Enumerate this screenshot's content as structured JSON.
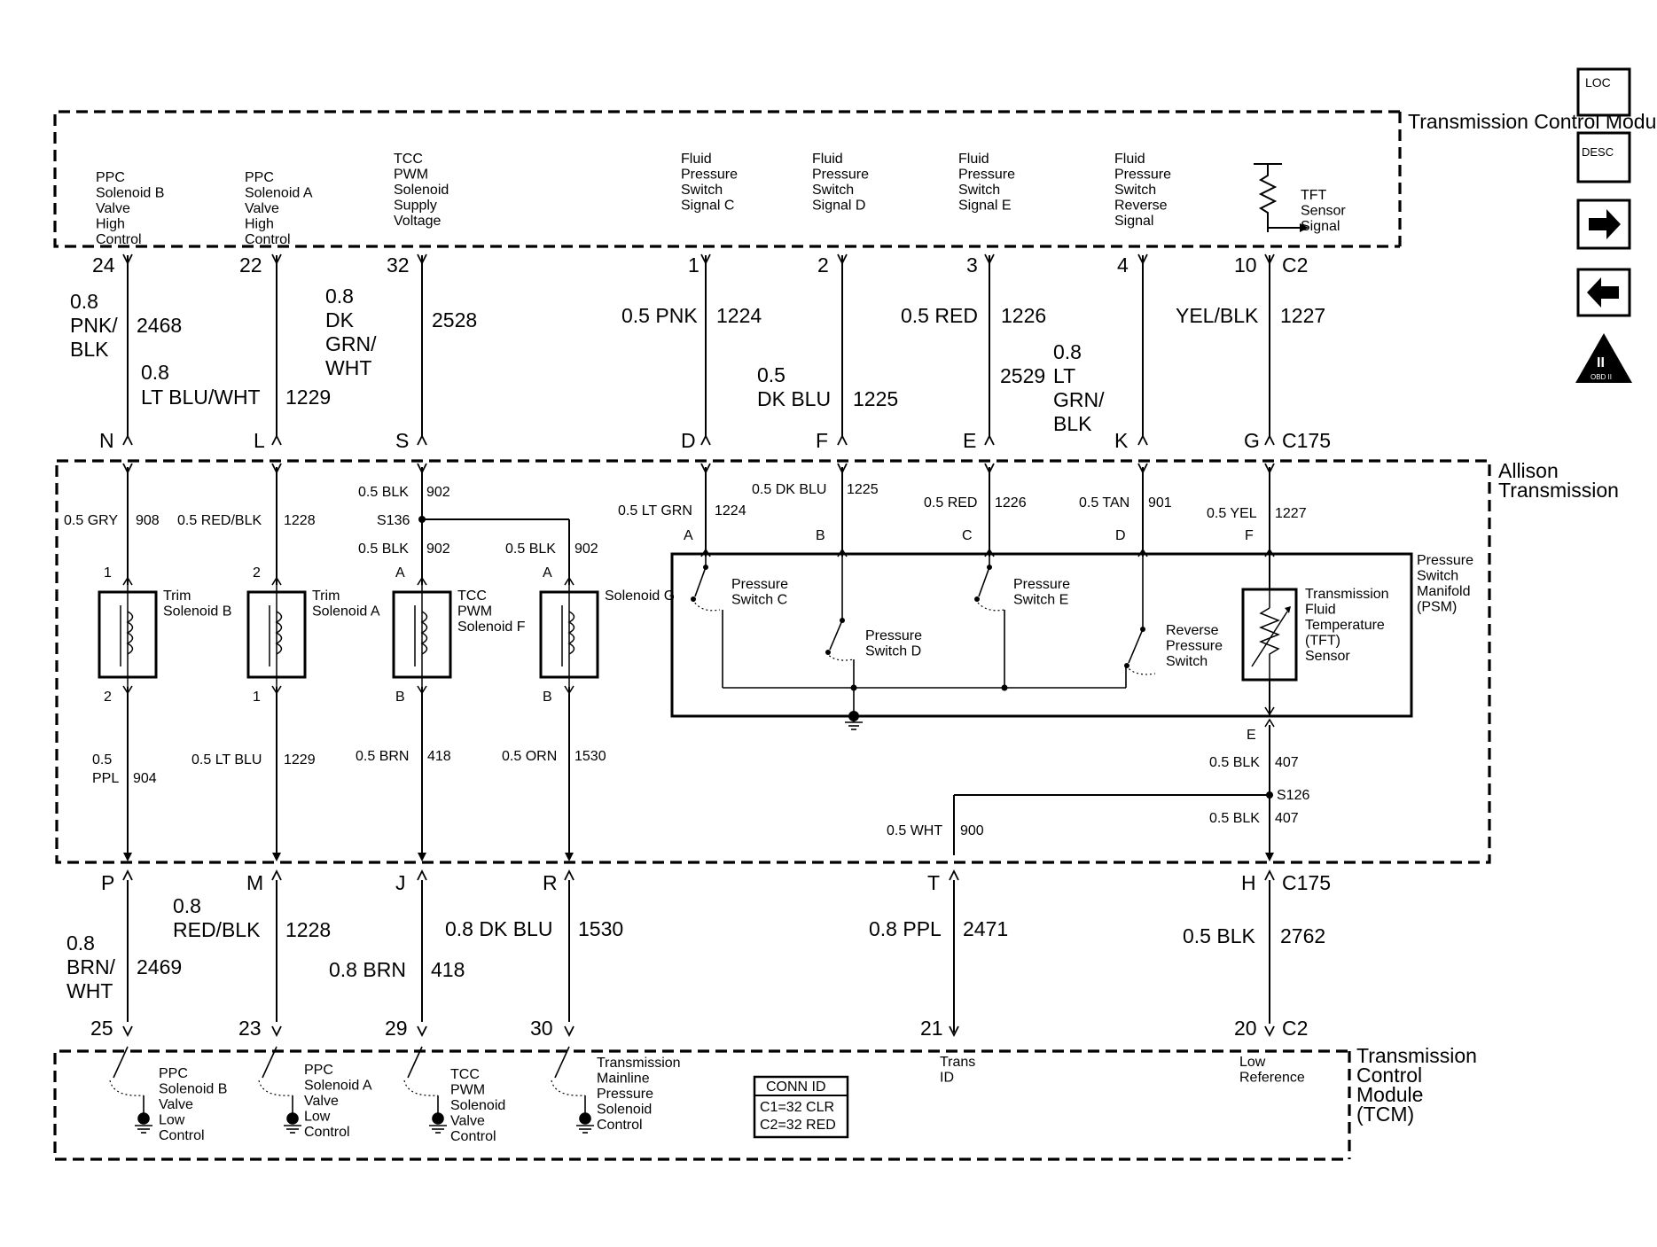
{
  "modules": {
    "tcm_top": "Transmission Control Module (TCM)",
    "allison": "Allison Transmission",
    "tcm_bottom": "Transmission Control Module (TCM)",
    "psm": "Pressure Switch Manifold (PSM)"
  },
  "tcm_top_signals": {
    "ppc_b": "PPC Solenoid B Valve High Control",
    "ppc_a": "PPC Solenoid A Valve High Control",
    "tcc_supply": "TCC PWM Solenoid Supply Voltage",
    "fps_c": "Fluid Pressure Switch Signal C",
    "fps_d": "Fluid Pressure Switch Signal D",
    "fps_e": "Fluid Pressure Switch Signal E",
    "fps_rev": "Fluid Pressure Switch Reverse Signal",
    "tft": "TFT Sensor Signal"
  },
  "tcm_bottom_signals": {
    "ppc_b_low": "PPC Solenoid B Valve Low Control",
    "ppc_a_low": "PPC Solenoid A Valve Low Control",
    "tcc_valve": "TCC PWM Solenoid Valve Control",
    "mainline": "Transmission Mainline Pressure Solenoid Control",
    "trans_id": "Trans ID",
    "low_ref": "Low Reference"
  },
  "top_pins": [
    "24",
    "22",
    "32",
    "1",
    "2",
    "3",
    "4",
    "10"
  ],
  "top_connector": "C2",
  "c175_top_pins": [
    "N",
    "L",
    "S",
    "D",
    "F",
    "E",
    "K",
    "G"
  ],
  "c175_label": "C175",
  "upper_wires": [
    {
      "gauge": "0.8",
      "color": "PNK/ BLK",
      "circuit": "2468"
    },
    {
      "gauge": "0.8",
      "color": "LT BLU/WHT",
      "circuit": "1229"
    },
    {
      "gauge": "0.8",
      "color": "DK GRN/ WHT",
      "circuit": "2528"
    },
    {
      "gauge": "0.5",
      "color": "PNK",
      "circuit": "1224"
    },
    {
      "gauge": "0.5",
      "color": "DK BLU",
      "circuit": "1225"
    },
    {
      "gauge": "0.5",
      "color": "RED",
      "circuit": "1226"
    },
    {
      "gauge": "0.8",
      "color": "LT GRN/ BLK",
      "circuit": "2529"
    },
    {
      "gauge": "",
      "color": "YEL/BLK",
      "circuit": "1227"
    }
  ],
  "allison_wires": {
    "w908": "0.5 GRY",
    "c908": "908",
    "w1228": "0.5 RED/BLK",
    "c1228": "1228",
    "w902a": "0.5 BLK",
    "c902a": "902",
    "s136": "S136",
    "w902b": "0.5 BLK",
    "c902b": "902",
    "w902c": "0.5 BLK",
    "c902c": "902",
    "w1224": "0.5 LT GRN",
    "c1224": "1224",
    "w1225": "0.5 DK BLU",
    "c1225": "1225",
    "w1226": "0.5 RED",
    "c1226": "1226",
    "w901": "0.5 TAN",
    "c901": "901",
    "w1227": "0.5 YEL",
    "c1227": "1227",
    "w904a": "0.5",
    "w904b": "PPL",
    "c904": "904",
    "w1229": "0.5 LT BLU",
    "c1229": "1229",
    "w418": "0.5 BRN",
    "c418": "418",
    "w1530": "0.5 ORN",
    "c1530": "1530",
    "w407a": "0.5 BLK",
    "c407a": "407",
    "s126": "S126",
    "w407b": "0.5 BLK",
    "c407b": "407",
    "w900": "0.5 WHT",
    "c900": "900"
  },
  "solenoids": {
    "trim_b": "Trim Solenoid B",
    "trim_a": "Trim Solenoid A",
    "tcc": "TCC PWM Solenoid F",
    "sol_g": "Solenoid G",
    "pin_1": "1",
    "pin_2": "2",
    "pin_A": "A",
    "pin_B": "B"
  },
  "psm_pins": [
    "A",
    "B",
    "C",
    "D",
    "F",
    "E"
  ],
  "switches": {
    "c": "Pressure Switch C",
    "d": "Pressure Switch D",
    "e": "Pressure Switch E",
    "rev": "Reverse Pressure Switch",
    "tft": "Transmission Fluid Temperature (TFT) Sensor"
  },
  "c175_bottom_pins": [
    "P",
    "M",
    "J",
    "R",
    "T",
    "H"
  ],
  "lower_wires": [
    {
      "gauge": "0.8",
      "color": "BRN/ WHT",
      "circuit": "2469"
    },
    {
      "gauge": "0.8",
      "color": "RED/BLK",
      "circuit": "1228"
    },
    {
      "gauge": "0.8",
      "color": "BRN",
      "circuit": "418"
    },
    {
      "gauge": "0.8",
      "color": "DK BLU",
      "circuit": "1530"
    },
    {
      "gauge": "0.8",
      "color": "PPL",
      "circuit": "2471"
    },
    {
      "gauge": "0.5",
      "color": "BLK",
      "circuit": "2762"
    }
  ],
  "bottom_pins": [
    "25",
    "23",
    "29",
    "30",
    "21",
    "20"
  ],
  "bottom_connector": "C2",
  "conn_id": {
    "title": "CONN ID",
    "c1": "C1=32 CLR",
    "c2": "C2=32 RED"
  },
  "nav": {
    "loc": "LOC",
    "desc": "DESC",
    "next": "next-arrow",
    "prev": "prev-arrow",
    "obd": "OBD II",
    "obd_mark": "II"
  }
}
